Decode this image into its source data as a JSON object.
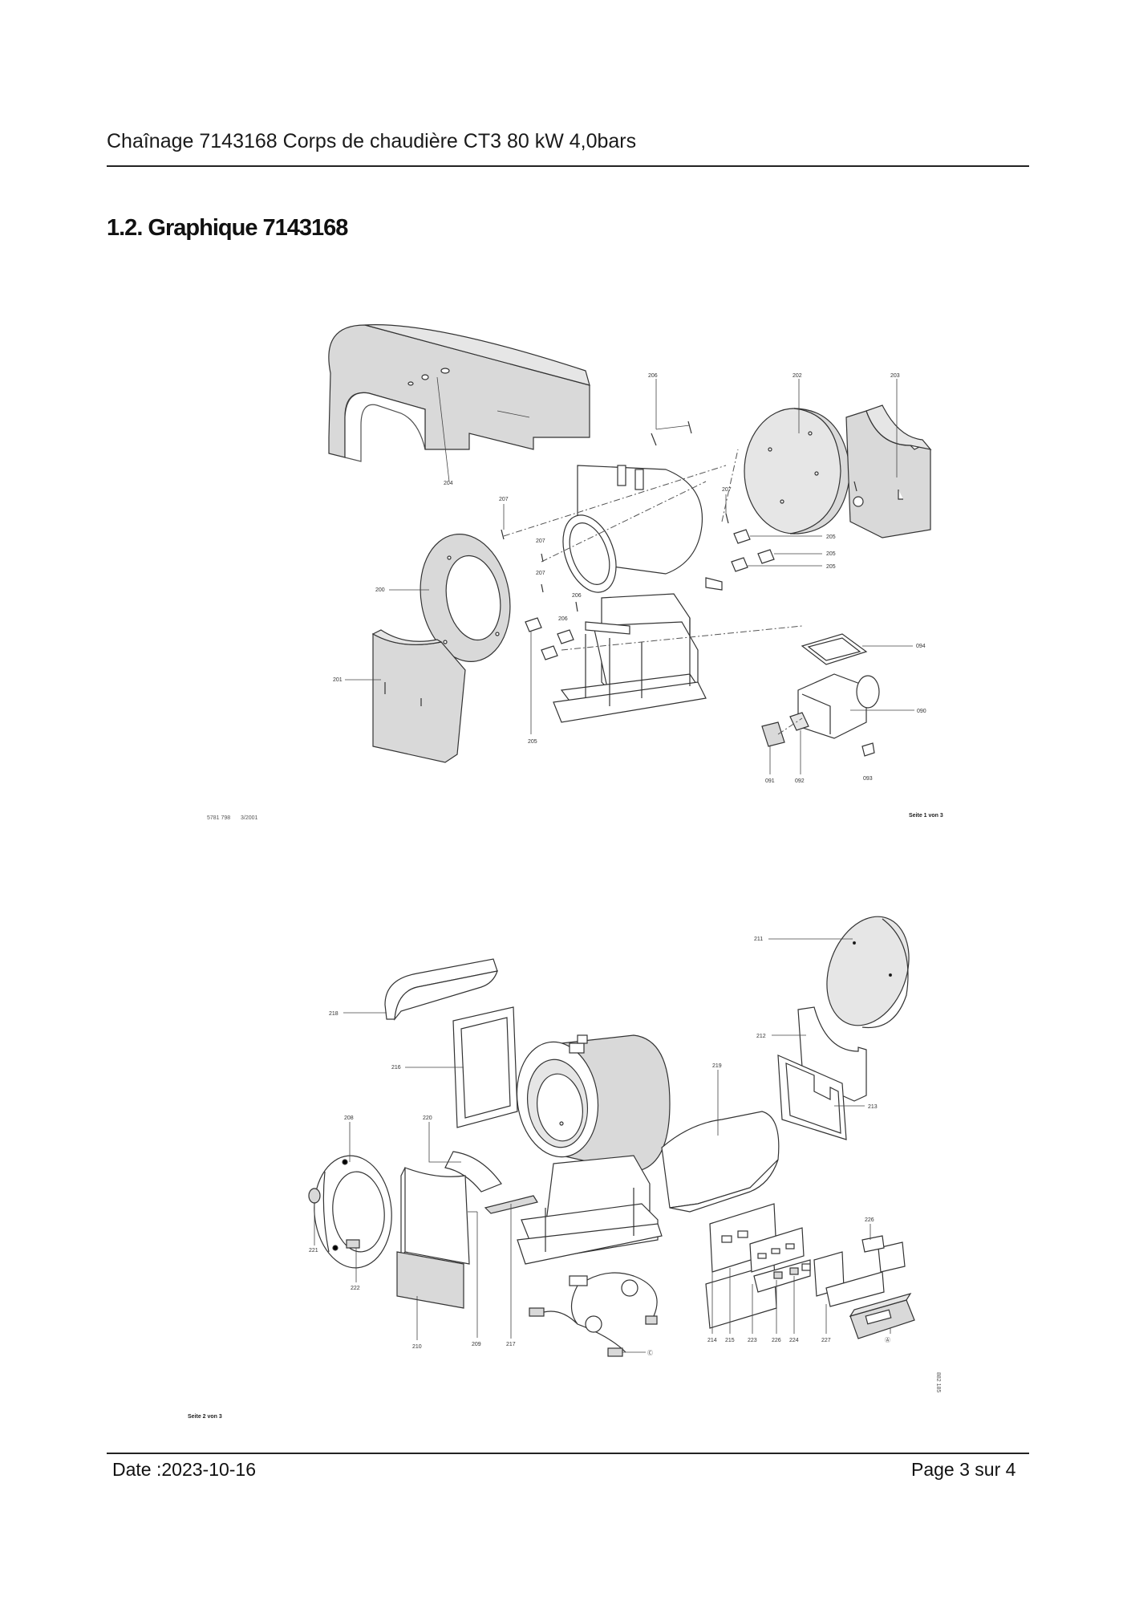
{
  "header": {
    "title": "Chaînage 7143168 Corps de chaudière CT3 80 kW 4,0bars"
  },
  "section": {
    "title": "1.2. Graphique 7143168"
  },
  "drawing1": {
    "labels": {
      "l204": "204",
      "l206": "206",
      "l202": "202",
      "l203": "203",
      "l207a": "207",
      "l207b": "207",
      "l207c": "207",
      "l207d": "207",
      "l205a": "205",
      "l205b": "205",
      "l205c": "205",
      "l205d": "205",
      "l200": "200",
      "l206b": "206",
      "l206c": "206",
      "l094": "094",
      "l201": "201",
      "l090": "090",
      "l091": "091",
      "l092": "092",
      "l093": "093"
    },
    "doc_code": "5781 798",
    "doc_date": "3/2001",
    "page_ref": "Seite 1 von 3"
  },
  "drawing2": {
    "labels": {
      "l211": "211",
      "l218": "218",
      "l212": "212",
      "l216": "216",
      "l219": "219",
      "l213": "213",
      "l208": "208",
      "l220": "220",
      "l226a": "226",
      "l221": "221",
      "l222": "222",
      "l210": "210",
      "l209": "209",
      "l217": "217",
      "lC": "Ⓒ",
      "l214": "214",
      "l215": "215",
      "l223": "223",
      "l226b": "226",
      "l224": "224",
      "l227": "227",
      "lA": "Ⓐ"
    },
    "side_code": "882 185",
    "page_ref": "Seite 2 von 3"
  },
  "footer": {
    "date": "Date :2023-10-16",
    "page": "Page 3 sur   4"
  }
}
